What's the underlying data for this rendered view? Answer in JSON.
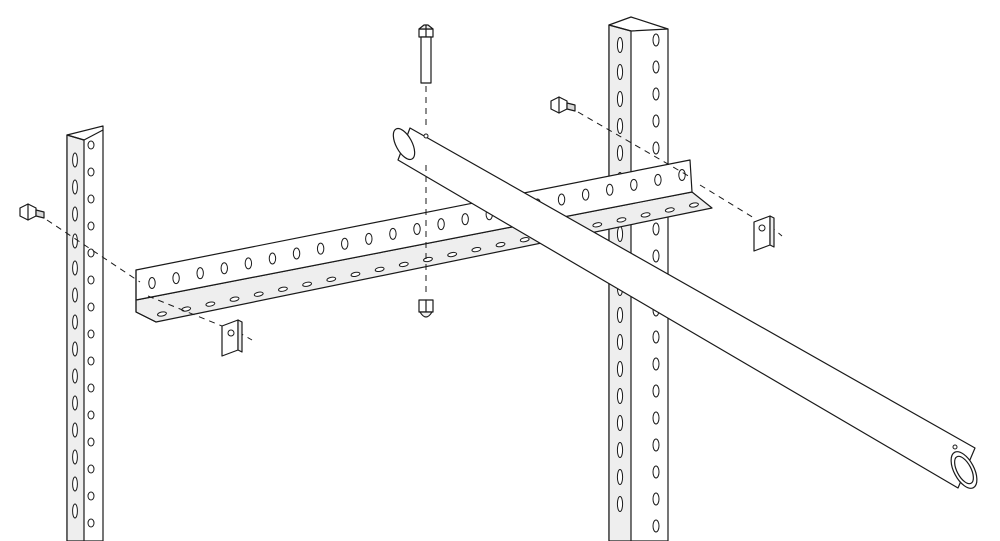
{
  "diagram": {
    "kind": "exploded-assembly-line-drawing",
    "parts": [
      {
        "id": "upright-left",
        "icon": "slotted-angle-upright"
      },
      {
        "id": "upright-right",
        "icon": "slotted-angle-upright"
      },
      {
        "id": "crossbar",
        "icon": "slotted-angle-beam"
      },
      {
        "id": "tube",
        "icon": "round-rail-tube"
      },
      {
        "id": "bolt",
        "icon": "hex-bolt"
      },
      {
        "id": "nut-top",
        "icon": "acorn-nut"
      },
      {
        "id": "screw-left",
        "icon": "hex-screw"
      },
      {
        "id": "screw-right",
        "icon": "hex-screw"
      },
      {
        "id": "tab-left",
        "icon": "slotted-nut-plate"
      },
      {
        "id": "tab-right",
        "icon": "slotted-nut-plate"
      }
    ],
    "colors": {
      "line": "#1a1a1a",
      "face_light": "#eeeeee",
      "face_mid": "#d8d8d8",
      "background": "#ffffff"
    }
  }
}
